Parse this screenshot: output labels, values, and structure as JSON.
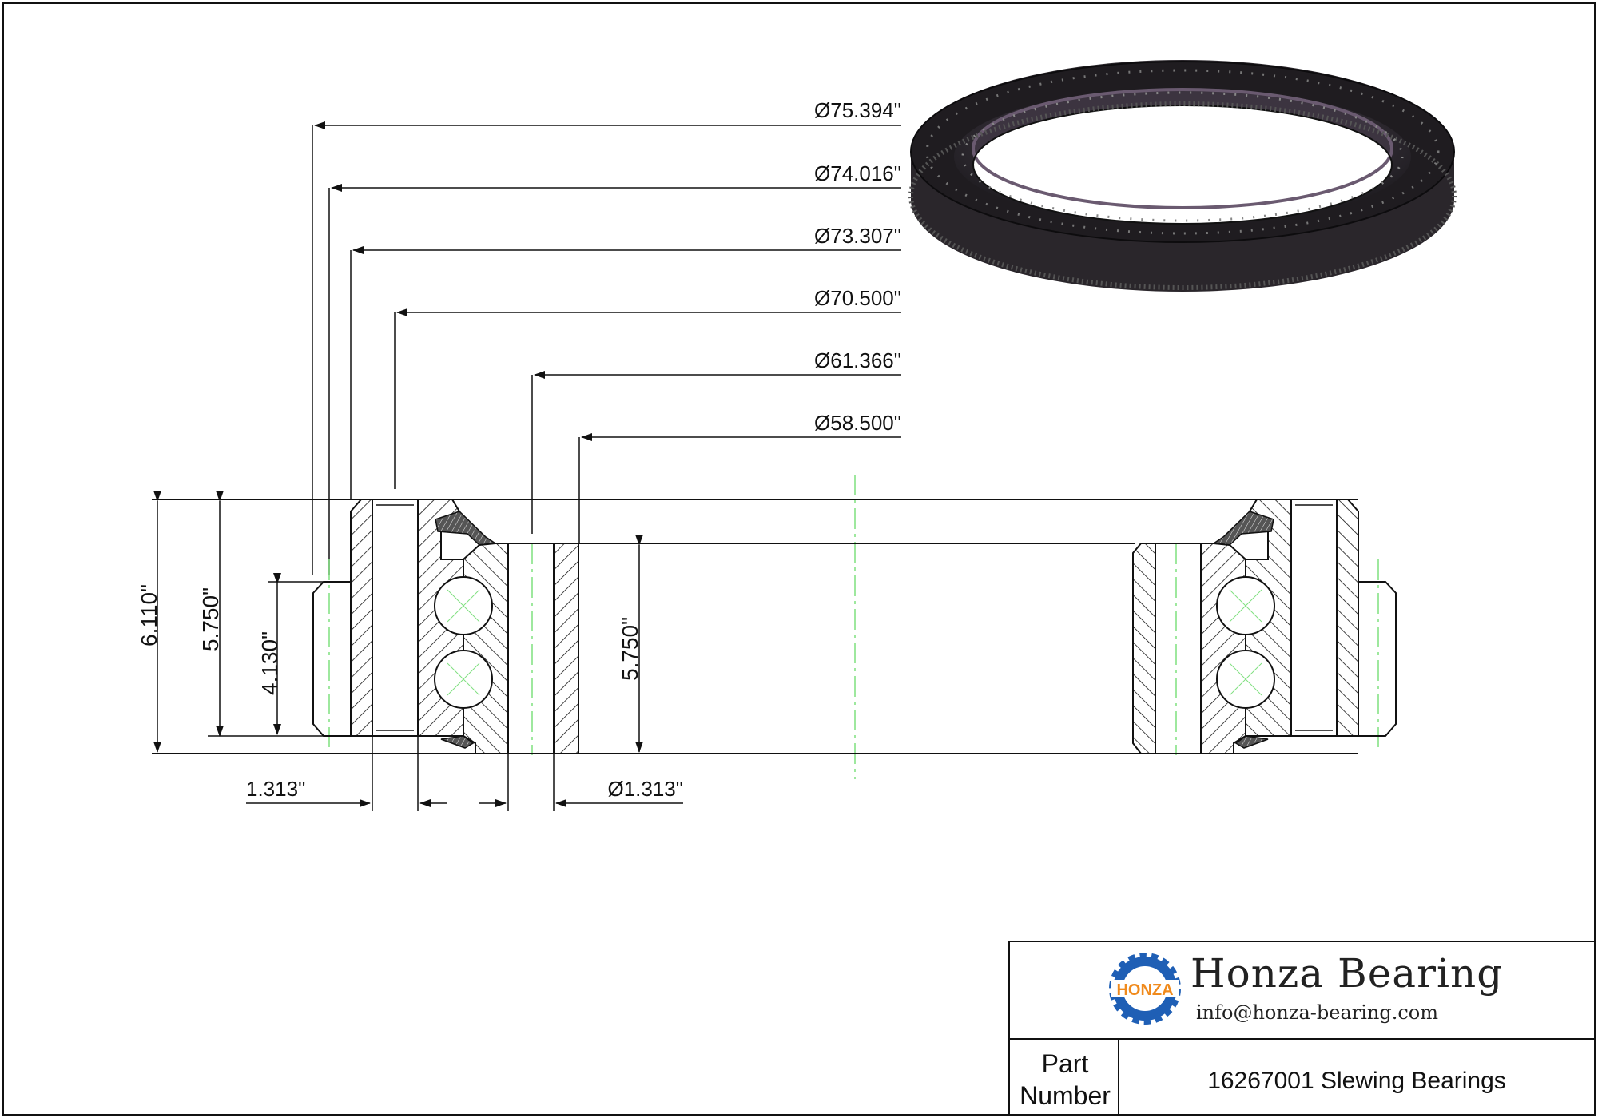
{
  "dimensions": {
    "diameters": [
      "Ø75.394\"",
      "Ø74.016\"",
      "Ø73.307\"",
      "Ø70.500\"",
      "Ø61.366\"",
      "Ø58.500\""
    ],
    "overall_height": "6.110\"",
    "ring_height": "5.750\"",
    "gear_height": "4.130\"",
    "inner_height": "5.750\"",
    "width_left": "1.313\"",
    "width_right": "Ø1.313\""
  },
  "title_block": {
    "company": "Honza Bearing",
    "email": "info@honza-bearing.com",
    "logo_text": "HONZA",
    "part_label_line1": "Part",
    "part_label_line2": "Number",
    "part_number": "16267001 Slewing  Bearings"
  },
  "colors": {
    "line": "#111111",
    "centerline": "#7fe07f",
    "logo_blue": "#1f5fb5",
    "logo_orange": "#f08a1c",
    "ring_dark": "#2a262b"
  },
  "icons": [
    "gear-logo-icon",
    "bearing-ring-render-icon"
  ]
}
